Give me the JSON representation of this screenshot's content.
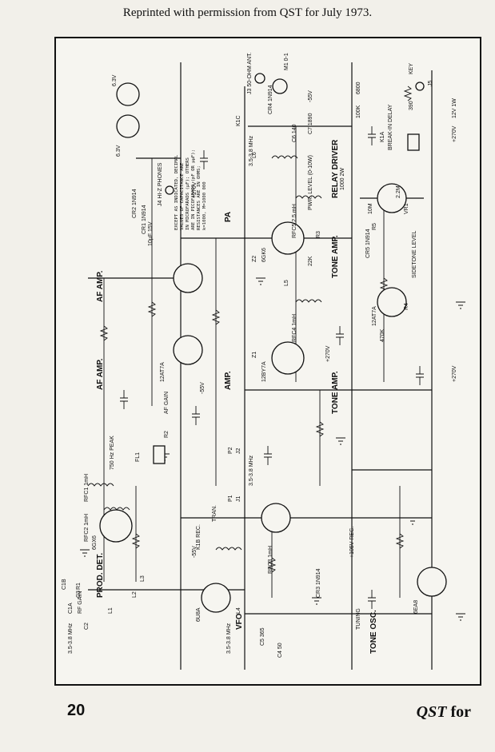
{
  "credit": "Reprinted with permission from QST for July 1973.",
  "page_number": "20",
  "footer_magazine": "QST",
  "footer_suffix": "for",
  "sections": {
    "prod_det": "PROD. DET.",
    "af_amp_1": "AF AMP.",
    "af_amp_2": "AF AMP.",
    "amp": "AMP.",
    "pa": "PA",
    "tone_amp_1": "TONE AMP.",
    "tone_amp_2": "TONE AMP.",
    "relay_driver": "RELAY DRIVER",
    "vfo": "VFO",
    "tone_osc": "TONE OSC."
  },
  "notes": [
    "EXCEPT AS INDICATED, DECIMAL",
    "VALUES OF CAPACITANCE ARE",
    "IN MICROFARADS (μF); OTHERS",
    "ARE IN PICOFARADS (pF OR μμF);",
    "RESISTANCES ARE IN OHMS;",
    "k=1000, M=1000 000"
  ],
  "tubes": {
    "v1": "6GX6",
    "v2": "12AT7A",
    "v3": "6U8A",
    "v4": "12BY7A",
    "v5": "6GK6",
    "v6": "6EA8",
    "v7": "12AT7A"
  },
  "labels": {
    "band_1": "3.5-3.8 MHz",
    "band_2": "3.5-3.8 MHz",
    "band_3": "3.5-3.8 MHz",
    "band_4": "3.5-3.8 MHz",
    "rf_gain": "RF GAIN",
    "af_gain": "AF GAIN",
    "fl1": "FL1",
    "peak": "750 Hz PEAK",
    "phones": "J4 HI-Z PHONES",
    "antenna": "J3 50-OHM ANT.",
    "key": "KEY",
    "j5": "J5",
    "pwr_level": "PWR. LEVEL (0-10W)",
    "break_in": "BREAK-IN DELAY",
    "sidetone": "SIDETONE LEVEL",
    "tuning": "TUNING",
    "reg": "+105V REG.",
    "rec": "K1B REC.",
    "tran": "TRAN.",
    "v_plus270_1": "+270V",
    "v_plus270_2": "+270V",
    "v_plus270_3": "+270V",
    "v_plus270_4": "+270V",
    "v_minus55_1": "-55V",
    "v_minus55_2": "-55V",
    "v_minus55_3": "-55V",
    "heater_1": "6.3V",
    "heater_2": "6.3V",
    "r_1000_2w": "1000 2W",
    "r_390": "390",
    "r_6800": "6800",
    "r_100k": "100K",
    "r_470k": "470K",
    "r_22k": "22K",
    "r_10m": "10M",
    "r_2_2m": "2.2M",
    "c_10uf": "10μF 15V",
    "m1": "M1 0-1",
    "cr4": "CR4 1N914",
    "cr5": "CR5 1N914",
    "cr3": "CR3 1N914",
    "cr1": "CR1 1N914",
    "cr2": "CR2 1N914",
    "rfc1": "RFC1 1mH",
    "rfc2": "RFC2 1mH",
    "rfc3": "RFC3 1mH",
    "rfc4": "RFC4 1mH",
    "rfc5": "RFC5 2.5 mH",
    "l1": "L1",
    "l2": "L2",
    "l3": "L3",
    "l4": "L4",
    "l5": "L5",
    "l6": "L6",
    "z1": "Z1",
    "z2": "Z2",
    "j1": "J1",
    "j2": "J2",
    "p1": "P1",
    "p2": "P2",
    "k1a": "K1A",
    "vr1": "VR1",
    "r1": "R1",
    "r2": "R2",
    "r3": "R3",
    "r4": "R4",
    "r5": "R5",
    "c6": "C6 140",
    "c7": "C7 1890",
    "c5": "C5 365",
    "c4": "C4 50",
    "c1a": "C1A",
    "c1b": "C1B",
    "c2": "C2",
    "c3": "C3",
    "v12": "12V 1W",
    "k1c": "K1C"
  }
}
